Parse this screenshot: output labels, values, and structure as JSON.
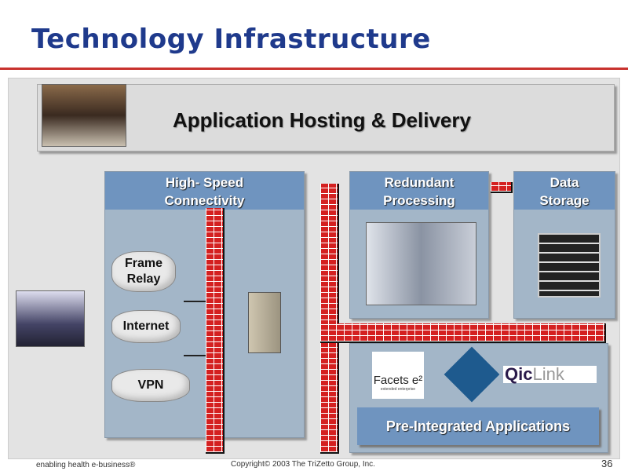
{
  "title": "Technology Infrastructure",
  "hosting": {
    "label": "Application Hosting & Delivery"
  },
  "connectivity": {
    "label1": "High- Speed",
    "label2": "Connectivity",
    "clouds": [
      "Frame Relay",
      "Internet",
      "VPN"
    ]
  },
  "processing": {
    "label1": "Redundant",
    "label2": "Processing"
  },
  "storage": {
    "label1": "Data",
    "label2": "Storage"
  },
  "apps": {
    "label": "Pre-Integrated Applications",
    "logos": {
      "facets": "Facets e²",
      "facets_sub": "extended enterprise",
      "qiclink_a": "Qic",
      "qiclink_b": "Link"
    }
  },
  "footer": {
    "tagline": "enabling health e-business®",
    "copyright": "Copyright© 2003 The TriZetto Group, Inc.",
    "page": "36"
  },
  "colors": {
    "title": "#1f3a8c",
    "rule": "#c8322e",
    "brick": "#d42020",
    "header": "#6f94bf"
  }
}
